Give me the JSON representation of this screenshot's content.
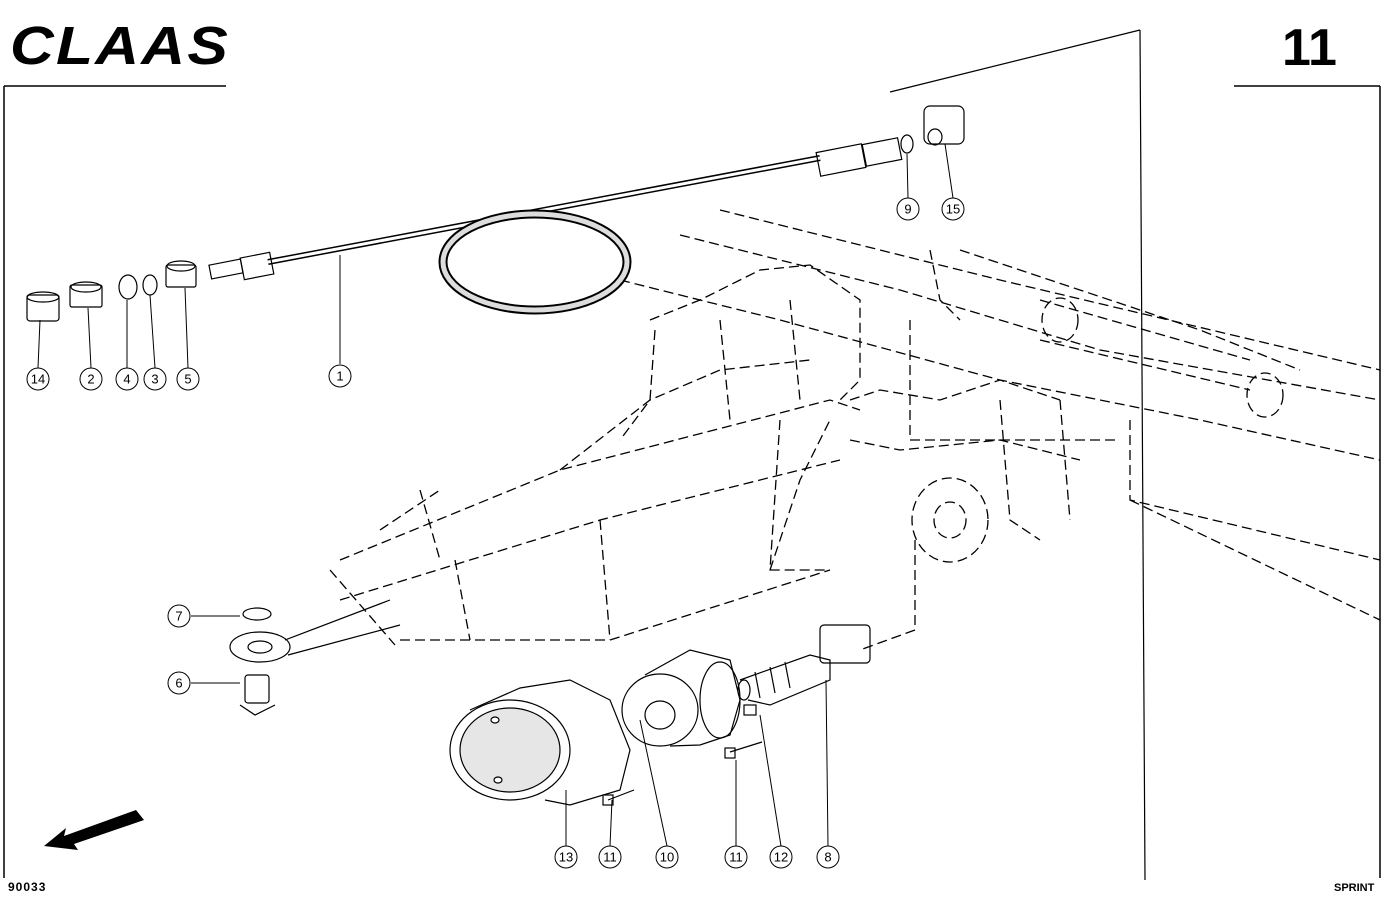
{
  "header": {
    "brand": "CLAAS",
    "page_number": "11"
  },
  "footer": {
    "drawing_code": "90033",
    "model": "SPRINT"
  },
  "diagram": {
    "callouts": [
      {
        "label": "14",
        "part": "cap"
      },
      {
        "label": "2",
        "part": "union"
      },
      {
        "label": "4",
        "part": "ring"
      },
      {
        "label": "3",
        "part": "ring"
      },
      {
        "label": "5",
        "part": "nut"
      },
      {
        "label": "1",
        "part": "hose"
      },
      {
        "label": "9",
        "part": "ring"
      },
      {
        "label": "15",
        "part": "elbow"
      },
      {
        "label": "7",
        "part": "washer"
      },
      {
        "label": "6",
        "part": "bushing"
      },
      {
        "label": "13",
        "part": "drum"
      },
      {
        "label": "11",
        "part": "bolt"
      },
      {
        "label": "10",
        "part": "hub"
      },
      {
        "label": "11",
        "part": "bolt"
      },
      {
        "label": "12",
        "part": "nut"
      },
      {
        "label": "8",
        "part": "shaft"
      }
    ]
  }
}
